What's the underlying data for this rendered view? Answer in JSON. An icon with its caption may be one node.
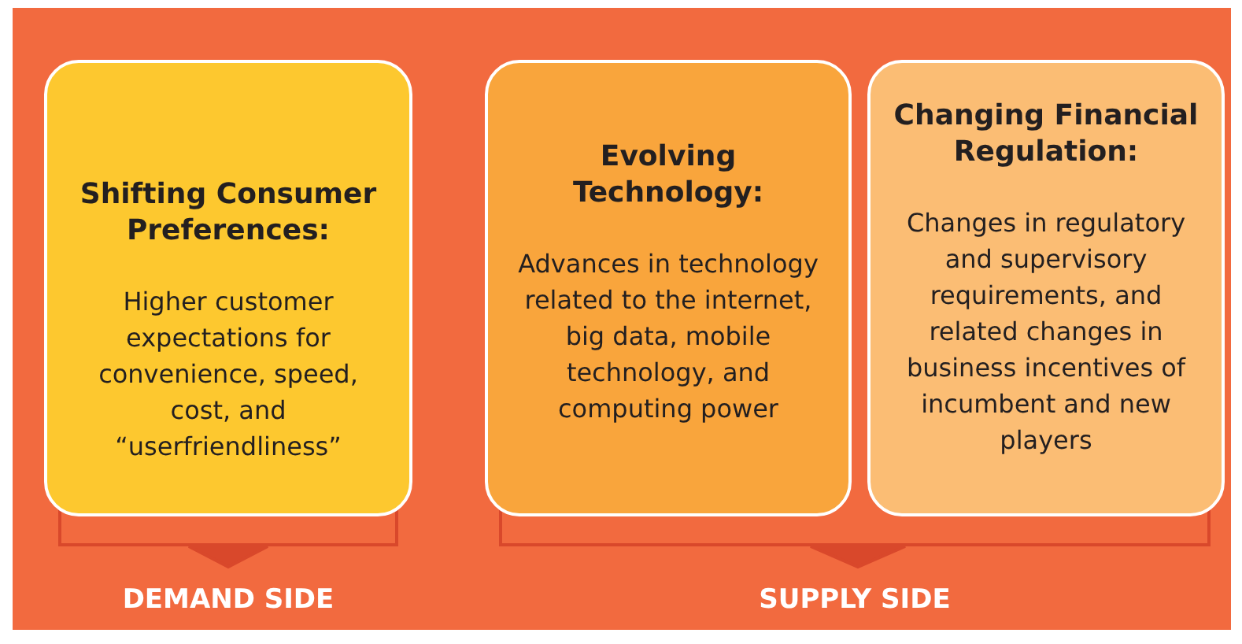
{
  "diagram": {
    "nodes": [
      {
        "text": [
          "Shifting Consumer Preferences:",
          "Higher customer expectations for convenience, speed, cost, and “userfriendliness”"
        ]
      },
      {
        "text": [
          "Evolving Technology:",
          "Advances in technology related to the internet, big data, mobile technology, and computing power"
        ]
      },
      {
        "text": [
          "Changing Financial Regulation:",
          "Changes in regulatory and supervisory requirements, and related changes in business incentives of incumbent and new players"
        ]
      }
    ],
    "labels": [
      "DEMAND SIDE",
      "SUPPLY SIDE"
    ]
  }
}
